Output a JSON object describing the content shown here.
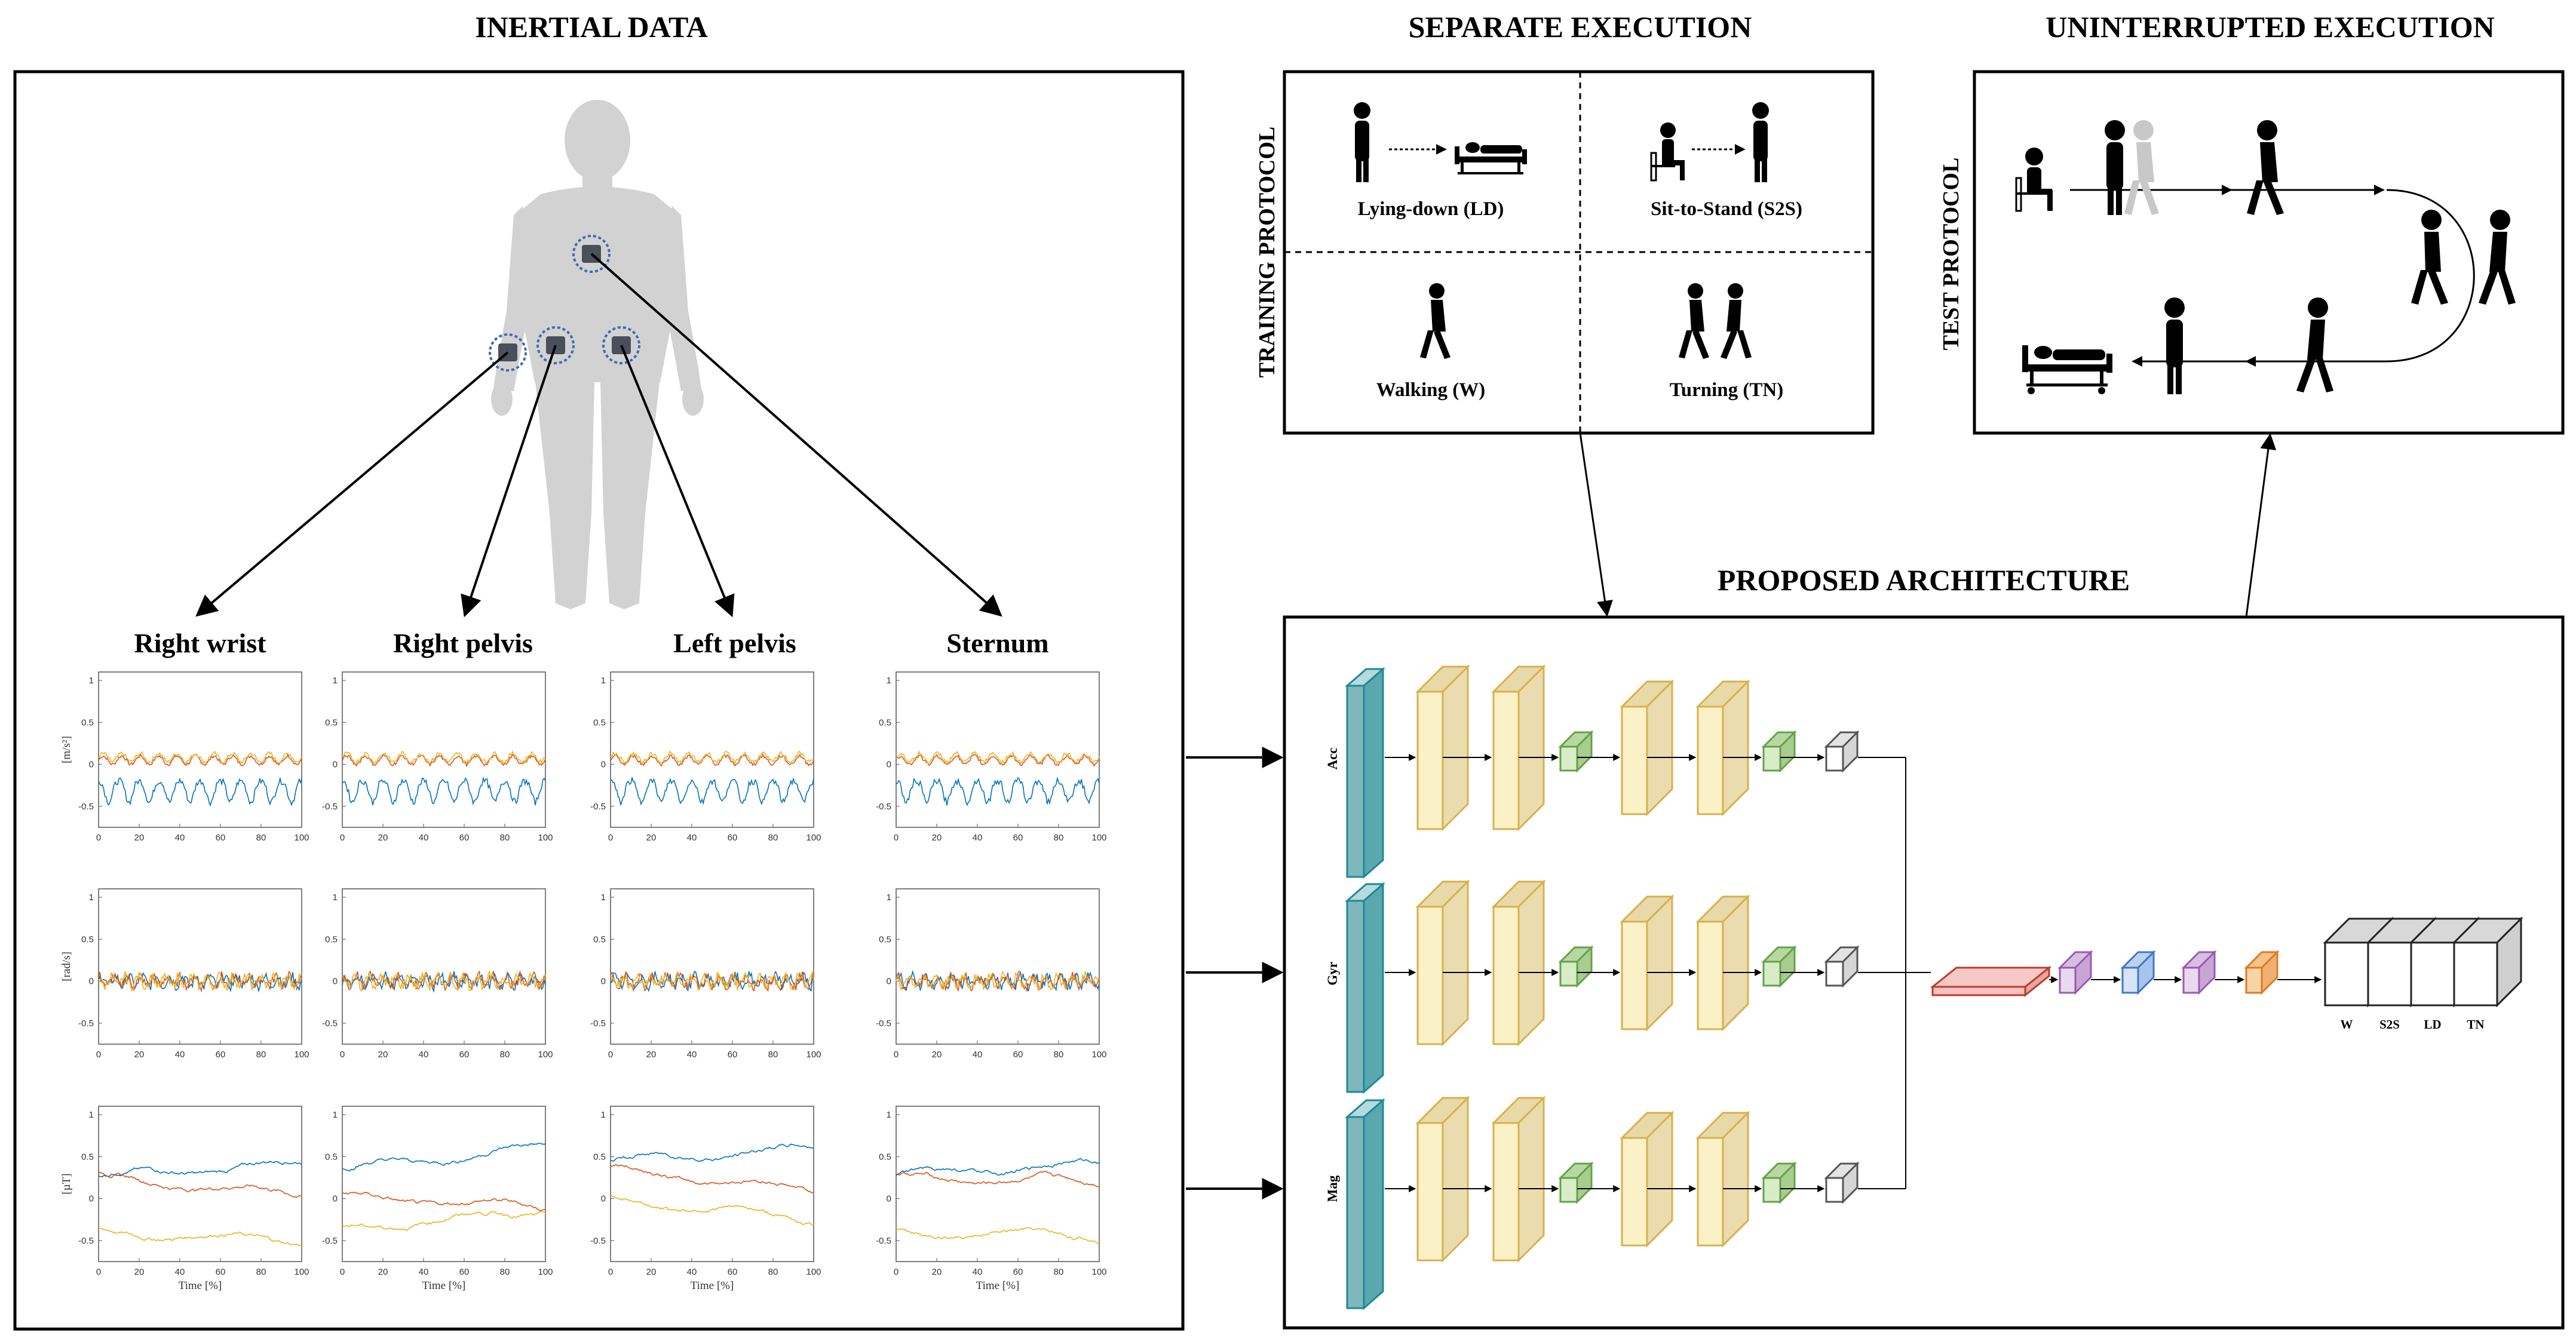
{
  "headings": {
    "inertial": "INERTIAL DATA",
    "separate": "SEPARATE EXECUTION",
    "uninterrupted": "UNINTERRUPTED EXECUTION",
    "architecture": "PROPOSED ARCHITECTURE"
  },
  "protocols": {
    "training": "TRAINING PROTOCOL",
    "test": "TEST PROTOCOL"
  },
  "activities": {
    "ld": "Lying-down (LD)",
    "s2s": "Sit-to-Stand (S2S)",
    "walking": "Walking (W)",
    "turning": "Turning (TN)"
  },
  "sensors": [
    "Right wrist",
    "Right pelvis",
    "Left pelvis",
    "Sternum"
  ],
  "plot_rows": [
    {
      "ylabel": "[m/s²]",
      "yticks": [
        "1",
        "0.5",
        "0",
        "-0.5"
      ]
    },
    {
      "ylabel": "[rad/s]",
      "yticks": [
        "1",
        "0.5",
        "0",
        "-0.5"
      ]
    },
    {
      "ylabel": "[µT]",
      "yticks": [
        "1",
        "0.5",
        "0",
        "-0.5"
      ]
    }
  ],
  "xticks": [
    "0",
    "20",
    "40",
    "60",
    "80",
    "100"
  ],
  "xlabel": "Time [%]",
  "colors": {
    "blue": "#0072bd",
    "red": "#d95319",
    "yellow": "#edb120",
    "teal": "#5aa7ad",
    "conv": "#e8d9a8",
    "pool": "#b9d7a3"
  },
  "architecture": {
    "inputs": [
      "Acc",
      "Gyr",
      "Mag"
    ],
    "classes": [
      "W",
      "S2S",
      "LD",
      "TN"
    ]
  }
}
